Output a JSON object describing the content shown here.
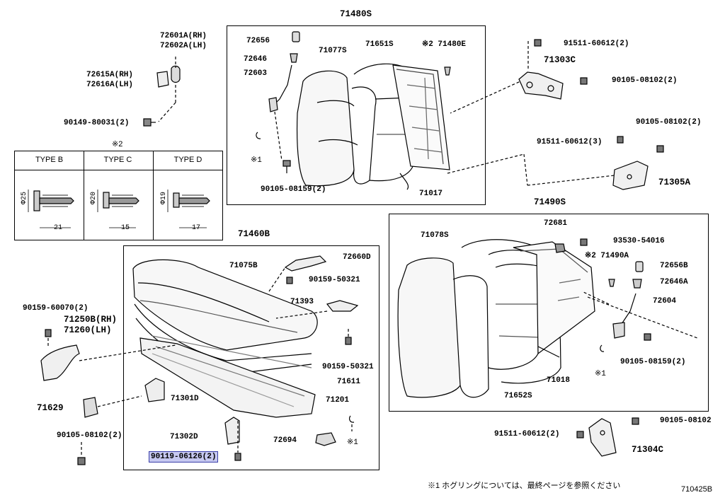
{
  "diagram": {
    "assemblies": {
      "upper_back": "71480S",
      "right_back": "71490S",
      "cushion": "71460B"
    },
    "labels": {
      "p72601a": "72601A(RH)",
      "p72602a": "72602A(LH)",
      "p72615a": "72615A(RH)",
      "p72616a": "72616A(LH)",
      "p90149": "90149-80031(2)",
      "star2_top": "※2",
      "p72656": "72656",
      "p72646": "72646",
      "p72603": "72603",
      "p71077s": "71077S",
      "p71651s": "71651S",
      "p71480e": "※2 71480E",
      "star1_top": "※1",
      "p90105_08159_top": "90105-08159(2)",
      "p71017": "71017",
      "p91511_top": "91511-60612(2)",
      "p71303c": "71303C",
      "p90105_08102_a": "90105-08102(2)",
      "p90105_08102_b": "90105-08102(2)",
      "p91511_mid": "91511-60612(3)",
      "p71305a": "71305A",
      "p71078s": "71078S",
      "p72681": "72681",
      "p93530": "93530-54016",
      "p71490a": "※2 71490A",
      "p72656b": "72656B",
      "p72646a": "72646A",
      "p72604": "72604",
      "p90105_08159_right": "90105-08159(2)",
      "star1_right": "※1",
      "p71018": "71018",
      "p71652s": "71652S",
      "p91511_bottom": "91511-60612(2)",
      "p90105_08102_c": "90105-08102",
      "p71304c": "71304C",
      "p71075b": "71075B",
      "p72660d": "72660D",
      "p90159_50321_a": "90159-50321",
      "p71393": "71393",
      "p90159_50321_b": "90159-50321",
      "p71611": "71611",
      "p71201": "71201",
      "p71301d": "71301D",
      "p71302d": "71302D",
      "p72694": "72694",
      "star1_bottom": "※1",
      "p90159_60070": "90159-60070(2)",
      "p71250b": "71250B(RH)",
      "p71260": "71260(LH)",
      "p71629": "71629",
      "p90105_08102_d": "90105-08102(2)",
      "p90119": "90119-06126(2)"
    },
    "types": {
      "title": "※2",
      "b": {
        "name": "TYPE B",
        "dia": "Φ25",
        "len": "21"
      },
      "c": {
        "name": "TYPE C",
        "dia": "Φ20",
        "len": "15"
      },
      "d": {
        "name": "TYPE D",
        "dia": "Φ19",
        "len": "17"
      }
    },
    "footnote": "※1 ホグリングについては、最終ページを参照ください",
    "figure_id": "710425B"
  }
}
